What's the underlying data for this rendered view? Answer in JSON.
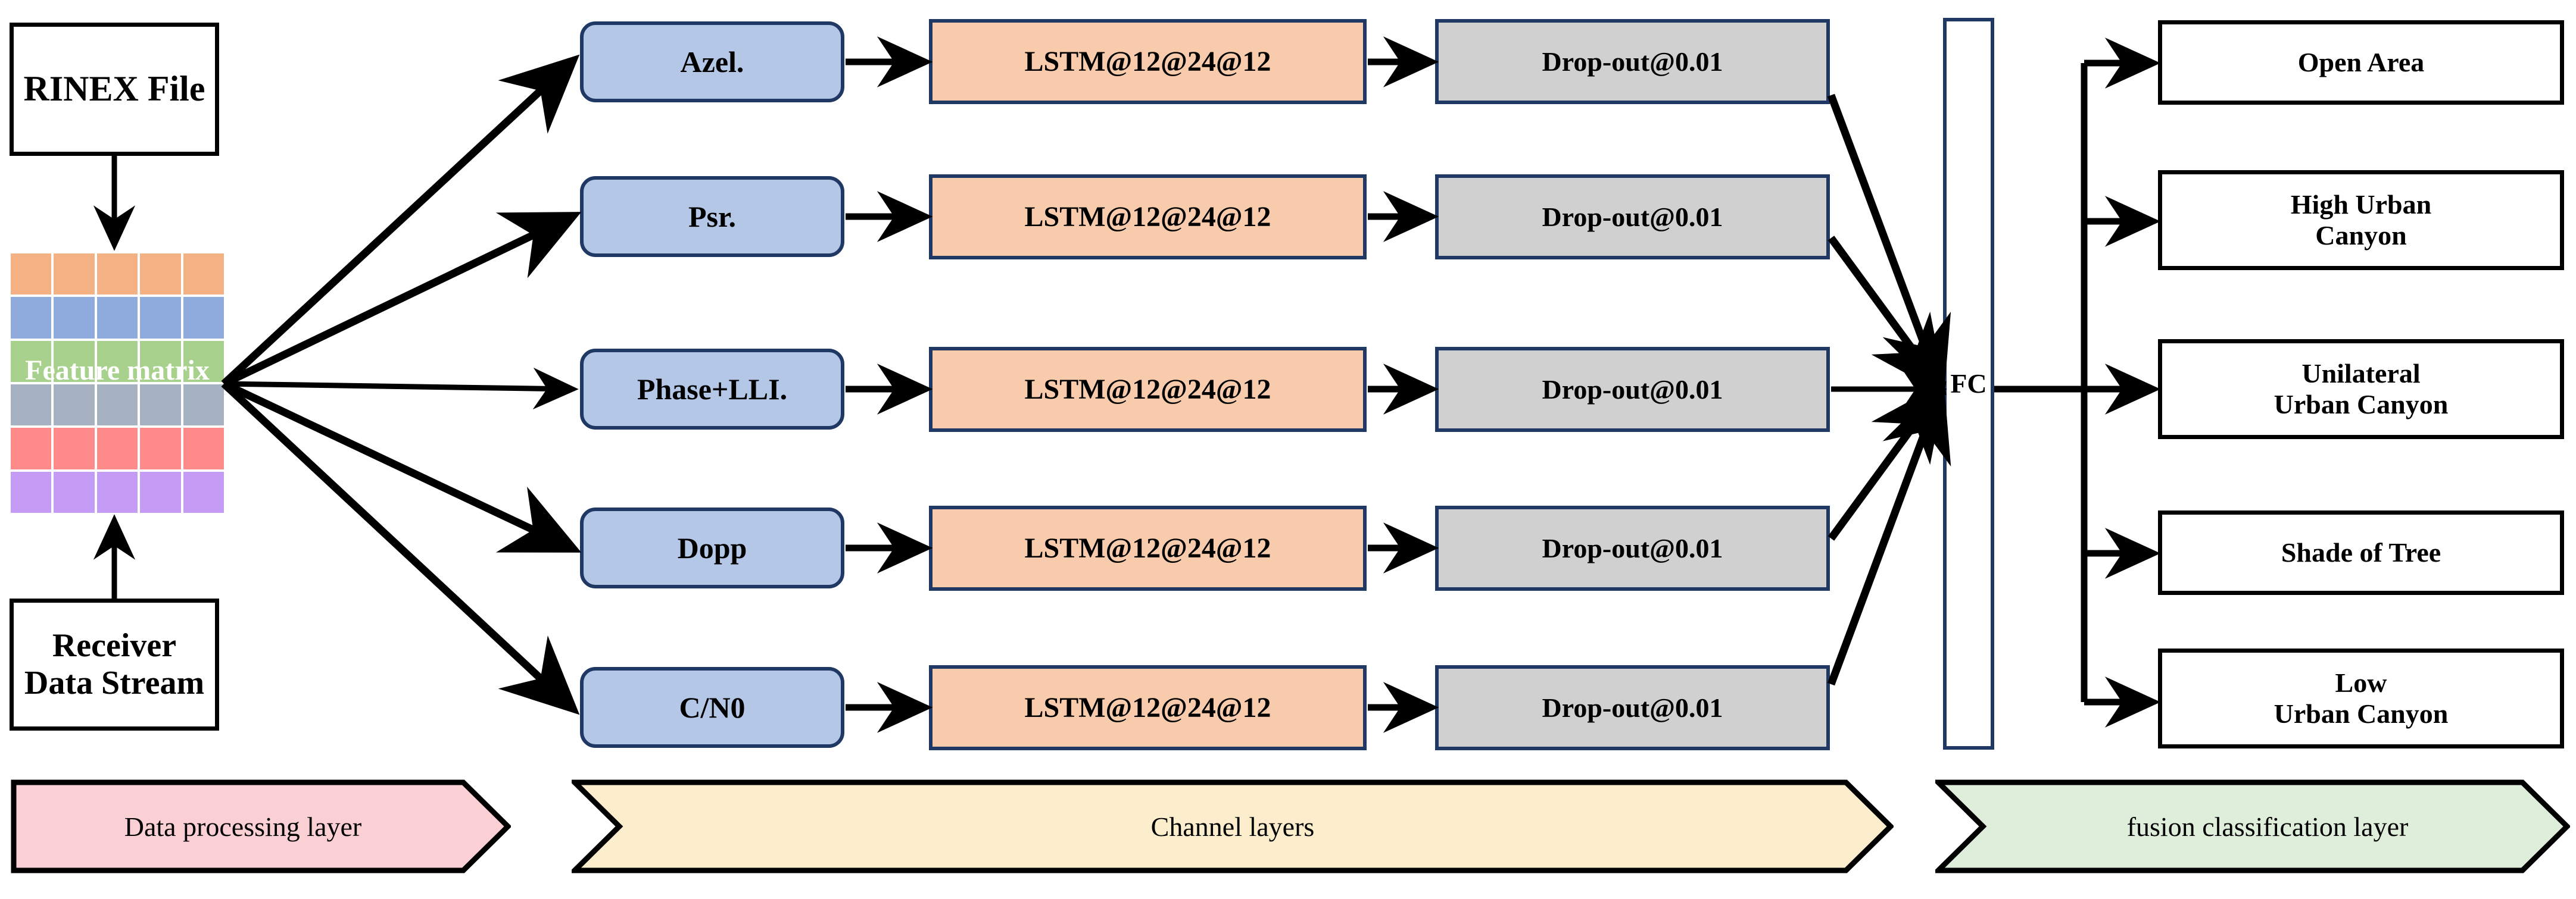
{
  "diagram": {
    "title": "GNSS scene classification network architecture",
    "inputs": {
      "rinex_label": "RINEX File",
      "receiver_label_line1": "Receiver",
      "receiver_label_line2": "Data Stream",
      "matrix_label": "Feature matrix"
    },
    "matrix": {
      "rows": 6,
      "cols": 5,
      "row_colors": [
        "#f4b183",
        "#8faadc",
        "#a9d18e",
        "#a6b1c2",
        "#ff8a8a",
        "#c49bf5"
      ]
    },
    "channels": [
      {
        "input": "Azel.",
        "lstm": "LSTM@12@24@12",
        "dropout": "Drop-out@0.01"
      },
      {
        "input": "Psr.",
        "lstm": "LSTM@12@24@12",
        "dropout": "Drop-out@0.01"
      },
      {
        "input": "Phase+LLI.",
        "lstm": "LSTM@12@24@12",
        "dropout": "Drop-out@0.01"
      },
      {
        "input": "Dopp",
        "lstm": "LSTM@12@24@12",
        "dropout": "Drop-out@0.01"
      },
      {
        "input": "C/N0",
        "lstm": "LSTM@12@24@12",
        "dropout": "Drop-out@0.01"
      }
    ],
    "fusion": {
      "fc_label": "FC"
    },
    "outputs": [
      {
        "line1": "Open Area",
        "line2": ""
      },
      {
        "line1": "High Urban",
        "line2": "Canyon"
      },
      {
        "line1": "Unilateral",
        "line2": "Urban Canyon"
      },
      {
        "line1": "Shade of Tree",
        "line2": ""
      },
      {
        "line1": "Low",
        "line2": "Urban Canyon"
      }
    ],
    "banners": [
      {
        "label": "Data processing layer",
        "fill": "#fbd0d4"
      },
      {
        "label": "Channel layers",
        "fill": "#fceecc"
      },
      {
        "label": "fusion classification layer",
        "fill": "#dfeddb"
      }
    ],
    "colors": {
      "pill_fill": "#b4c7e7",
      "pill_border": "#1f3864",
      "lstm_fill": "#f7cbac",
      "dropout_fill": "#d0d0d0",
      "fc_border": "#1f3864",
      "outline": "#000000"
    }
  }
}
